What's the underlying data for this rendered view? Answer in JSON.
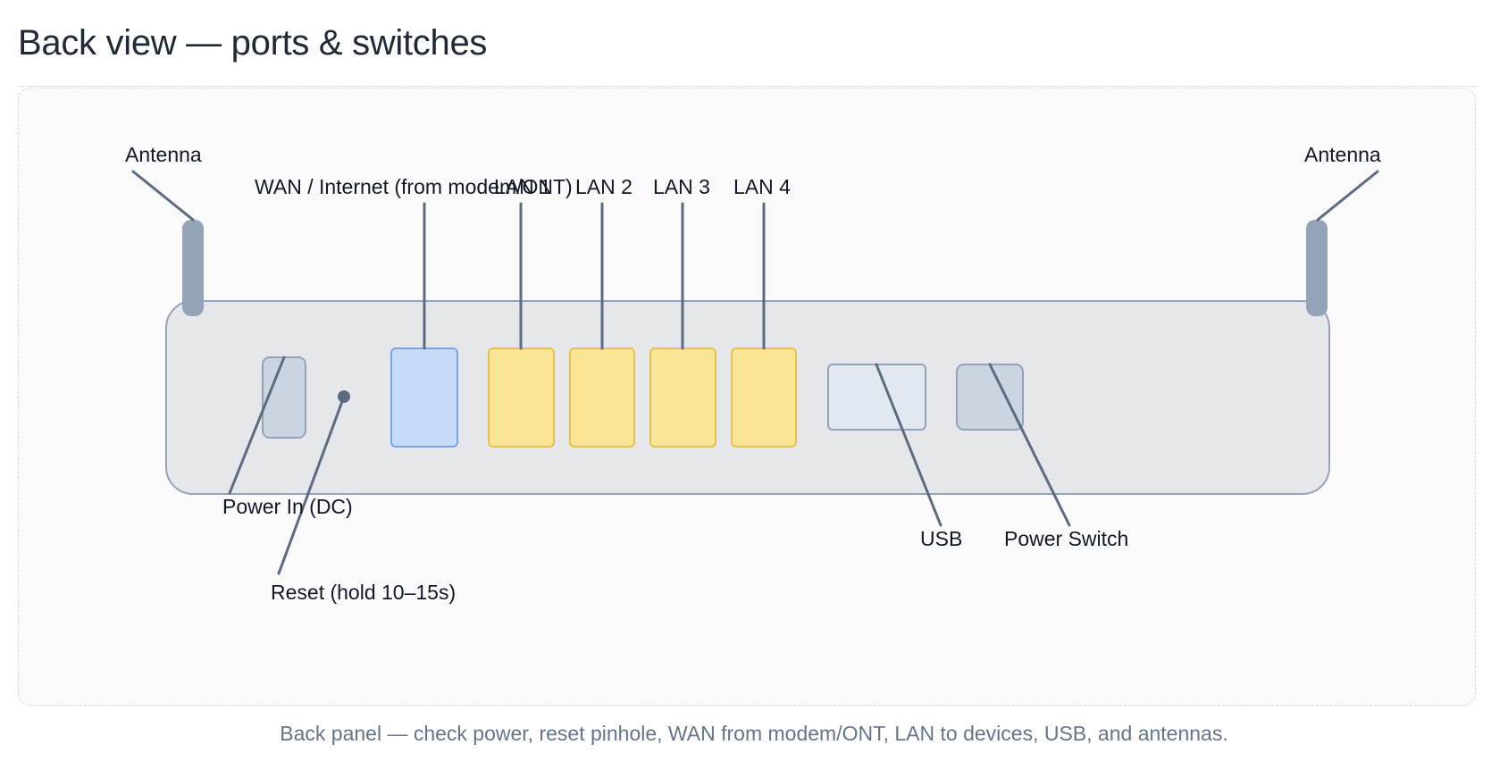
{
  "heading": "Back view — ports & switches",
  "caption": "Back panel — check power, reset pinhole, WAN from modem/ONT, LAN to devices, USB, and antennas.",
  "colors": {
    "chassis_fill": "#e5e7eb",
    "chassis_stroke": "#94a3b8",
    "antenna": "#94a3b8",
    "wan_fill": "#c7dbf8",
    "wan_stroke": "#7ba4e8",
    "lan_fill": "#f8e596",
    "lan_stroke": "#e8c14a",
    "usb_fill": "#e2e8f0",
    "gray_port_fill": "#cbd5e1",
    "leader": "#5d6b80"
  },
  "labels": {
    "antenna_left": "Antenna",
    "antenna_right": "Antenna",
    "wan": "WAN / Internet (from modem/ONT)",
    "lan1": "LAN 1",
    "lan2": "LAN 2",
    "lan3": "LAN 3",
    "lan4": "LAN 4",
    "power_in": "Power In (DC)",
    "reset": "Reset (hold 10–15s)",
    "usb": "USB",
    "power_switch": "Power Switch"
  }
}
